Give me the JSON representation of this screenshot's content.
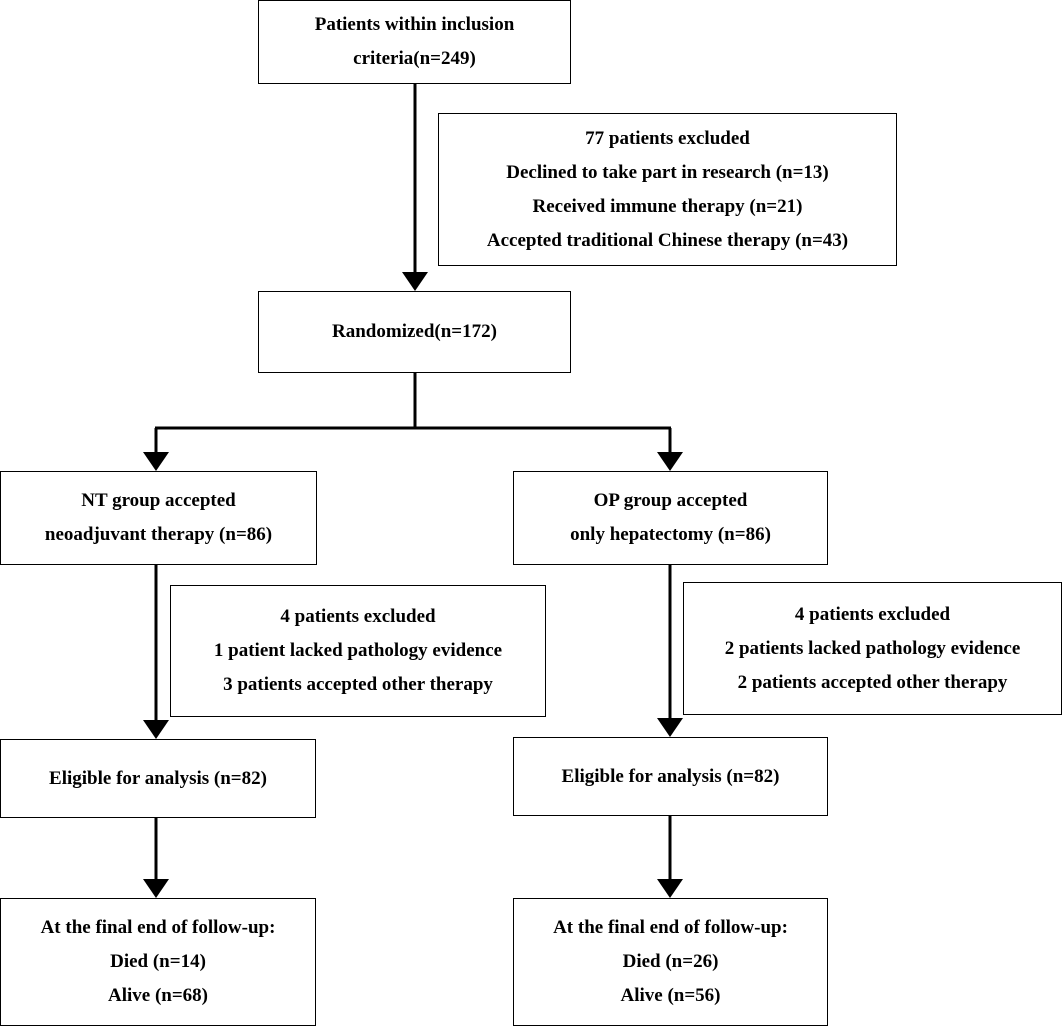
{
  "diagram": {
    "inclusion": {
      "line1": "Patients within inclusion",
      "line2": "criteria(n=249)"
    },
    "exclusion_main": {
      "title": "77 patients excluded",
      "reasons": [
        "Declined to take part in research (n=13)",
        "Received immune therapy (n=21)",
        "Accepted traditional Chinese therapy (n=43)"
      ]
    },
    "randomized": {
      "label": "Randomized(n=172)"
    },
    "nt_group": {
      "line1": "NT group accepted",
      "line2": "neoadjuvant therapy (n=86)",
      "exclusion": {
        "title": "4 patients excluded",
        "reasons": [
          "1 patient lacked pathology evidence",
          "3 patients accepted other therapy"
        ]
      },
      "eligible": "Eligible for analysis (n=82)",
      "followup": {
        "title": "At the final end of follow-up:",
        "died": "Died (n=14)",
        "alive": "Alive (n=68)"
      }
    },
    "op_group": {
      "line1": "OP group accepted",
      "line2": "only hepatectomy (n=86)",
      "exclusion": {
        "title": "4 patients excluded",
        "reasons": [
          "2 patients lacked pathology evidence",
          "2 patients accepted other therapy"
        ]
      },
      "eligible": "Eligible for analysis (n=82)",
      "followup": {
        "title": "At the final end of follow-up:",
        "died": "Died (n=26)",
        "alive": "Alive (n=56)"
      }
    }
  }
}
